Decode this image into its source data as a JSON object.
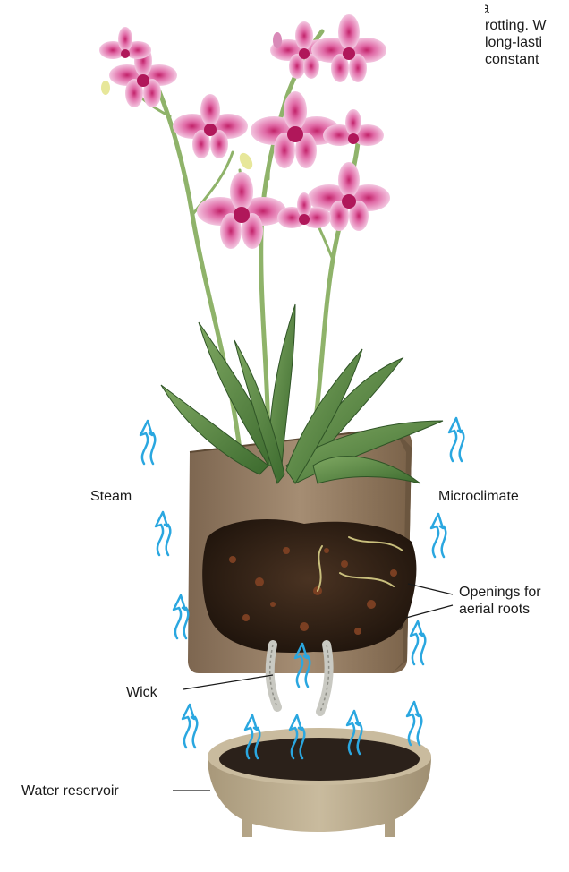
{
  "intro_text": {
    "lines": [
      "a",
      "rotting. W",
      "long-lasti",
      "constant"
    ]
  },
  "labels": {
    "steam": "Steam",
    "microclimate": "Microclimate",
    "openings_line1": "Openings for",
    "openings_line2": "aerial roots",
    "wick": "Wick",
    "water_reservoir": "Water reservoir"
  },
  "colors": {
    "steam_arrow": "#2aa7e0",
    "pot": "#9a8268",
    "pot_dark": "#6b563f",
    "reservoir": "#b8a98c",
    "water": "#2b211a",
    "soil": "#2e1f14",
    "leaf": "#4a7a3a",
    "stem": "#8fb36a",
    "petal": "#e98fc0",
    "petal_center": "#b0175a",
    "wick": "#c9c9c2"
  },
  "icons": [
    "steam-arrow-icon"
  ]
}
